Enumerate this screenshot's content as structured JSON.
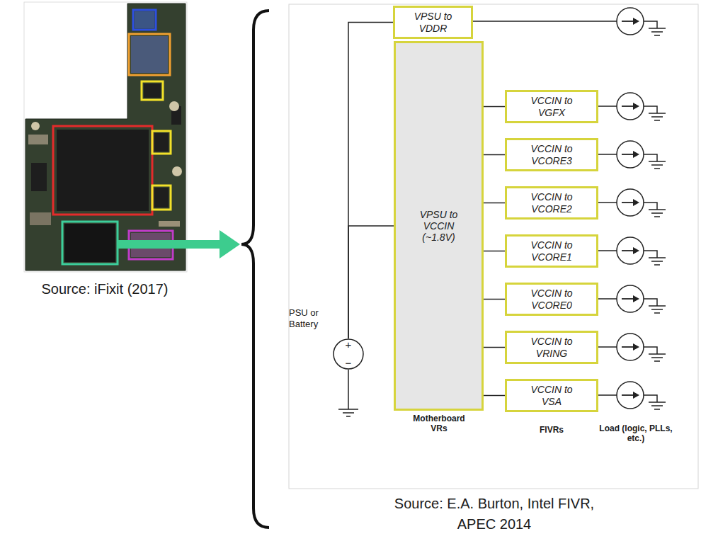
{
  "diagram": {
    "nodes": [
      {
        "text": [
          "VPSU to VDDR"
        ]
      },
      {
        "text": [
          "VPSU to VCCIN (~1.8V)"
        ]
      },
      {
        "text": [
          "VCCIN to VGFX"
        ]
      },
      {
        "text": [
          "VCCIN to VCORE3"
        ]
      },
      {
        "text": [
          "VCCIN to VCORE2"
        ]
      },
      {
        "text": [
          "VCCIN to VCORE1"
        ]
      },
      {
        "text": [
          "VCCIN to VCORE0"
        ]
      },
      {
        "text": [
          "VCCIN to VRING"
        ]
      },
      {
        "text": [
          "VCCIN to VSA"
        ]
      },
      {
        "text": [
          "PSU or Battery",
          "+",
          "−"
        ]
      }
    ],
    "edges": [
      {
        "from": 9,
        "to": 0,
        "arrow": "none"
      },
      {
        "from": 9,
        "to": 1,
        "arrow": "none"
      },
      {
        "from": 1,
        "to": 2,
        "arrow": "none"
      },
      {
        "from": 1,
        "to": 3,
        "arrow": "none"
      },
      {
        "from": 1,
        "to": 4,
        "arrow": "none"
      },
      {
        "from": 1,
        "to": 5,
        "arrow": "none"
      },
      {
        "from": 1,
        "to": 6,
        "arrow": "none"
      },
      {
        "from": 1,
        "to": 7,
        "arrow": "none"
      },
      {
        "from": 1,
        "to": 8,
        "arrow": "none"
      }
    ],
    "labels": [
      "Source: iFixit (2017)",
      "Motherboard VRs",
      "FIVRs",
      "Load (logic, PLLs, etc.)",
      "Source: E.A. Burton, Intel FIVR, APEC 2014"
    ]
  }
}
